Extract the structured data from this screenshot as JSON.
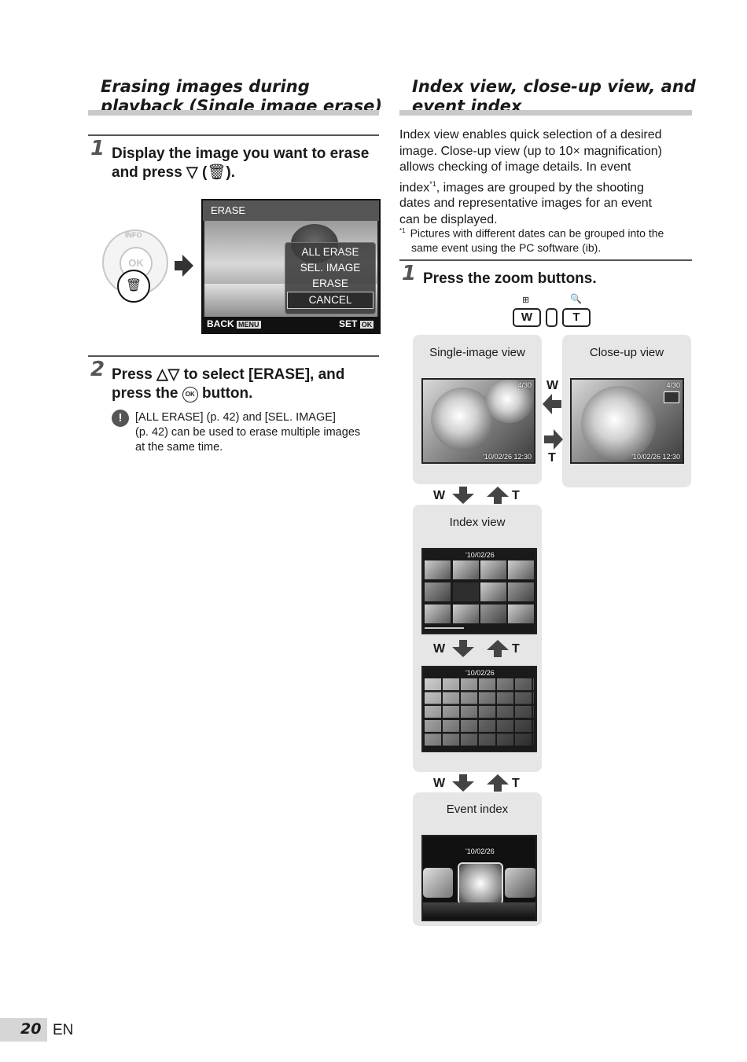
{
  "left": {
    "title_line1": "Erasing images during",
    "title_line2": "playback (Single image erase)",
    "step1": {
      "num": "1",
      "line1": "Display the image you want to erase",
      "line2_pre": "and press",
      "line2_post": ")."
    },
    "erase_screen": {
      "header": "ERASE",
      "items": [
        "ALL ERASE",
        "SEL. IMAGE",
        "ERASE",
        "CANCEL"
      ],
      "back_label": "BACK",
      "back_key": "MENU",
      "set_label": "SET",
      "set_key": "OK"
    },
    "dial": {
      "info": "INFO",
      "ok": "OK"
    },
    "step2": {
      "num": "2",
      "line1_pre": "Press",
      "line1_post": "to select [ERASE], and",
      "line2_pre": "press the",
      "line2_post": "button.",
      "ok_glyph": "OK"
    },
    "note": {
      "line1": "[ALL ERASE] (p. 42) and [SEL. IMAGE]",
      "line2": "(p. 42) can be used to erase multiple images",
      "line3": "at the same time."
    }
  },
  "right": {
    "title_line1": "Index view, close-up view, and",
    "title_line2": "event index",
    "intro": [
      "Index view enables quick selection of a desired",
      "image. Close-up view (up to 10× magnification)",
      "allows checking of image details. In event",
      "dates and representative images for an event",
      "can be displayed."
    ],
    "intro_line4_pre": "index",
    "intro_line4_sup": "*1",
    "intro_line4_post": ", images are grouped by the shooting",
    "footnote_mark": "*1",
    "footnote_line1": "Pictures with different dates can be grouped into the",
    "footnote_line2": "same event using the PC software (ib).",
    "step1": {
      "num": "1",
      "text": "Press the zoom buttons."
    },
    "zoom": {
      "w": "W",
      "t": "T"
    },
    "panels": {
      "single": "Single-image view",
      "closeup": "Close-up view",
      "index": "Index view",
      "event": "Event index"
    },
    "photo_counter": "4/30",
    "photo_date": "'10/02/26  12:30",
    "index_date": "'10/02/26",
    "w_label": "W",
    "t_label": "T"
  },
  "footer": {
    "page": "20",
    "lang": "EN"
  }
}
